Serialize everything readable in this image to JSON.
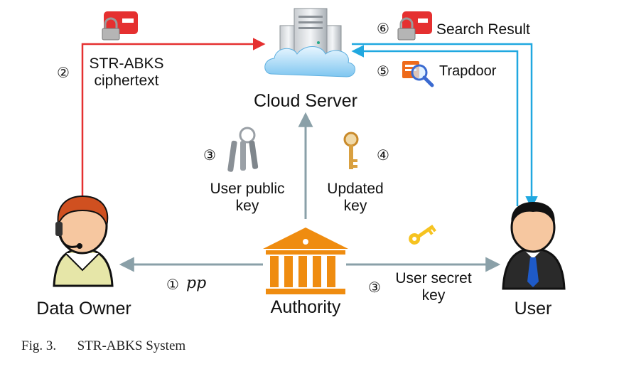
{
  "nodes": {
    "cloud": "Cloud Server",
    "owner": "Data Owner",
    "authority": "Authority",
    "user": "User"
  },
  "edges": {
    "e2": {
      "num": "②",
      "line1": "STR-ABKS",
      "line2": "ciphertext"
    },
    "e6": {
      "num": "⑥",
      "label": "Search Result"
    },
    "e5": {
      "num": "⑤",
      "label": "Trapdoor"
    },
    "e3a": {
      "num": "③",
      "line1": "User public",
      "line2": "key"
    },
    "e4": {
      "num": "④",
      "line1": "Updated",
      "line2": "key"
    },
    "e1": {
      "num": "①",
      "label": "pp"
    },
    "e3b": {
      "num": "③",
      "line1": "User secret",
      "line2": "key"
    }
  },
  "caption": {
    "fig": "Fig. 3.",
    "title": "STR-ABKS System"
  },
  "colors": {
    "red": "#e53030",
    "blue": "#20a8e0",
    "gray": "#8aa0a8",
    "orange": "#e8941a"
  }
}
